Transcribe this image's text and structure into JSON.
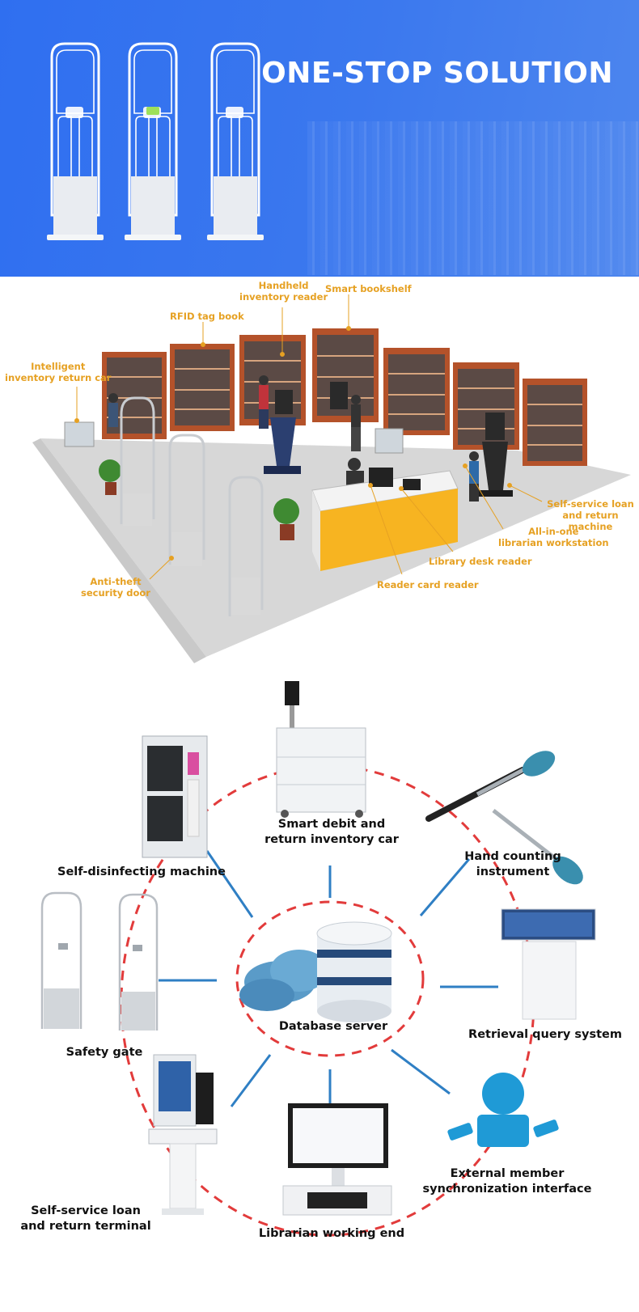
{
  "banner": {
    "title": "ONE-STOP SOLUTION",
    "background": "#3273ef"
  },
  "scene": {
    "label_color": "#e6a123",
    "labels": [
      {
        "id": "handheld",
        "text": "Handheld\ninventory reader"
      },
      {
        "id": "bookshelf",
        "text": "Smart bookshelf"
      },
      {
        "id": "rfid",
        "text": "RFID tag book"
      },
      {
        "id": "car",
        "text": "Intelligent\ninventory return car"
      },
      {
        "id": "selfservice",
        "text": "Self-service loan\nand return machine"
      },
      {
        "id": "allinone",
        "text": "All-in-one\nlibrarian workstation"
      },
      {
        "id": "deskreader",
        "text": "Library desk reader"
      },
      {
        "id": "antitheft",
        "text": "Anti-theft\nsecurity door"
      },
      {
        "id": "cardreader",
        "text": "Reader card reader"
      }
    ]
  },
  "system": {
    "ring_color": "#e23b3b",
    "link_color": "#2f7fc4",
    "center": {
      "label": "Database server"
    },
    "nodes": [
      {
        "id": "car",
        "label": "Smart debit and\nreturn inventory car",
        "icon": "cart-icon"
      },
      {
        "id": "disinfect",
        "label": "Self-disinfecting machine",
        "icon": "disinfect-cabinet-icon"
      },
      {
        "id": "counting",
        "label": "Hand counting\ninstrument",
        "icon": "handheld-wand-icon"
      },
      {
        "id": "safety",
        "label": "Safety gate",
        "icon": "security-gate-icon"
      },
      {
        "id": "retrieval",
        "label": "Retrieval query system",
        "icon": "kiosk-icon"
      },
      {
        "id": "terminal",
        "label": "Self-service loan\nand return terminal",
        "icon": "self-service-terminal-icon"
      },
      {
        "id": "librarian",
        "label": "Librarian working end",
        "icon": "workstation-icon"
      },
      {
        "id": "external",
        "label": "External member\nsynchronization interface",
        "icon": "sync-interface-icon"
      }
    ]
  }
}
